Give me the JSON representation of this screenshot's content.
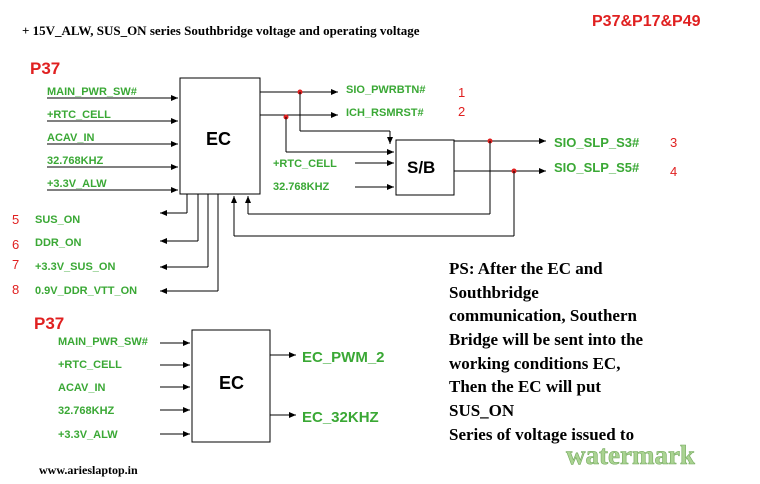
{
  "title": "+ 15V_ALW, SUS_ON series Southbridge voltage and operating voltage",
  "page_ref": "P37&P17&P49",
  "diagram1": {
    "ref": "P37",
    "ec_label": "EC",
    "sb_label": "S/B",
    "ec_inputs": [
      "MAIN_PWR_SW#",
      "+RTC_CELL",
      "ACAV_IN",
      "32.768KHZ",
      "+3.3V_ALW"
    ],
    "ec_outputs": [
      {
        "label": "SIO_PWRBTN#",
        "num": "1"
      },
      {
        "label": "ICH_RSMRST#",
        "num": "2"
      }
    ],
    "sb_inputs": [
      "+RTC_CELL",
      "32.768KHZ"
    ],
    "sb_outputs": [
      {
        "label": "SIO_SLP_S3#",
        "num": "3"
      },
      {
        "label": "SIO_SLP_S5#",
        "num": "4"
      }
    ],
    "ec_bottom_outputs": [
      {
        "num": "5",
        "label": "SUS_ON"
      },
      {
        "num": "6",
        "label": "DDR_ON"
      },
      {
        "num": "7",
        "label": "+3.3V_SUS_ON"
      },
      {
        "num": "8",
        "label": "0.9V_DDR_VTT_ON"
      }
    ]
  },
  "diagram2": {
    "ref": "P37",
    "ec_label": "EC",
    "inputs": [
      "MAIN_PWR_SW#",
      "+RTC_CELL",
      "ACAV_IN",
      "32.768KHZ",
      "+3.3V_ALW"
    ],
    "outputs": [
      "EC_PWM_2",
      "EC_32KHZ"
    ]
  },
  "note_lines": [
    "PS: After the EC and",
    "Southbridge",
    "communication, Southern",
    "Bridge will be sent into the",
    "working conditions EC,",
    "Then the EC will put",
    "SUS_ON",
    "Series of voltage issued to"
  ],
  "website": "www.arieslaptop.in",
  "watermark": "watermark",
  "colors": {
    "signal": "#3aa835",
    "accent": "#e02020",
    "watermark": "#7fbf5f"
  }
}
